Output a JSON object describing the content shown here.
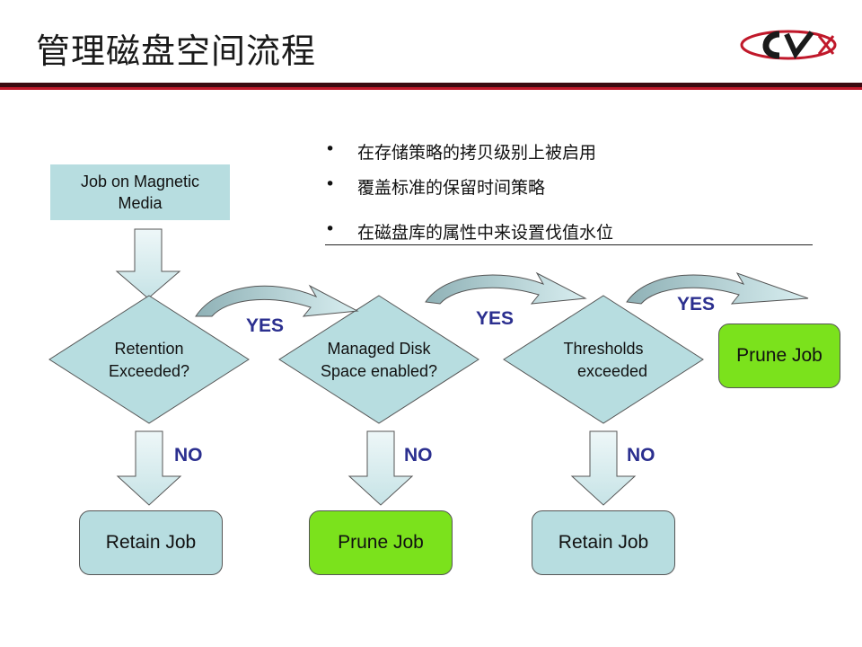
{
  "title": "管理磁盘空间流程",
  "bullets": [
    {
      "dot": "•",
      "text": "在存储策略的拷贝级别上被启用"
    },
    {
      "dot": "•",
      "text": "覆盖标准的保留时间策略"
    },
    {
      "dot": "•",
      "text": "在磁盘库的属性中来设置伐值水位"
    }
  ],
  "flow": {
    "start": {
      "line1": "Job on Magnetic",
      "line2": "Media"
    },
    "decisions": [
      {
        "line1": "Retention",
        "line2": "Exceeded?"
      },
      {
        "line1": "Managed Disk",
        "line2": "Space enabled?"
      },
      {
        "line1": "Thresholds",
        "line2": "exceeded"
      }
    ],
    "outcomes": [
      "Retain Job",
      "Prune Job",
      "Retain Job"
    ],
    "final": "Prune Job",
    "yes_label": "YES",
    "no_label": "NO"
  },
  "colors": {
    "teal_fill": "#b7dde0",
    "green_fill": "#7be21c",
    "label_blue": "#2b2f8f",
    "header_red": "#c0182a",
    "header_dark": "#3a0a10"
  }
}
